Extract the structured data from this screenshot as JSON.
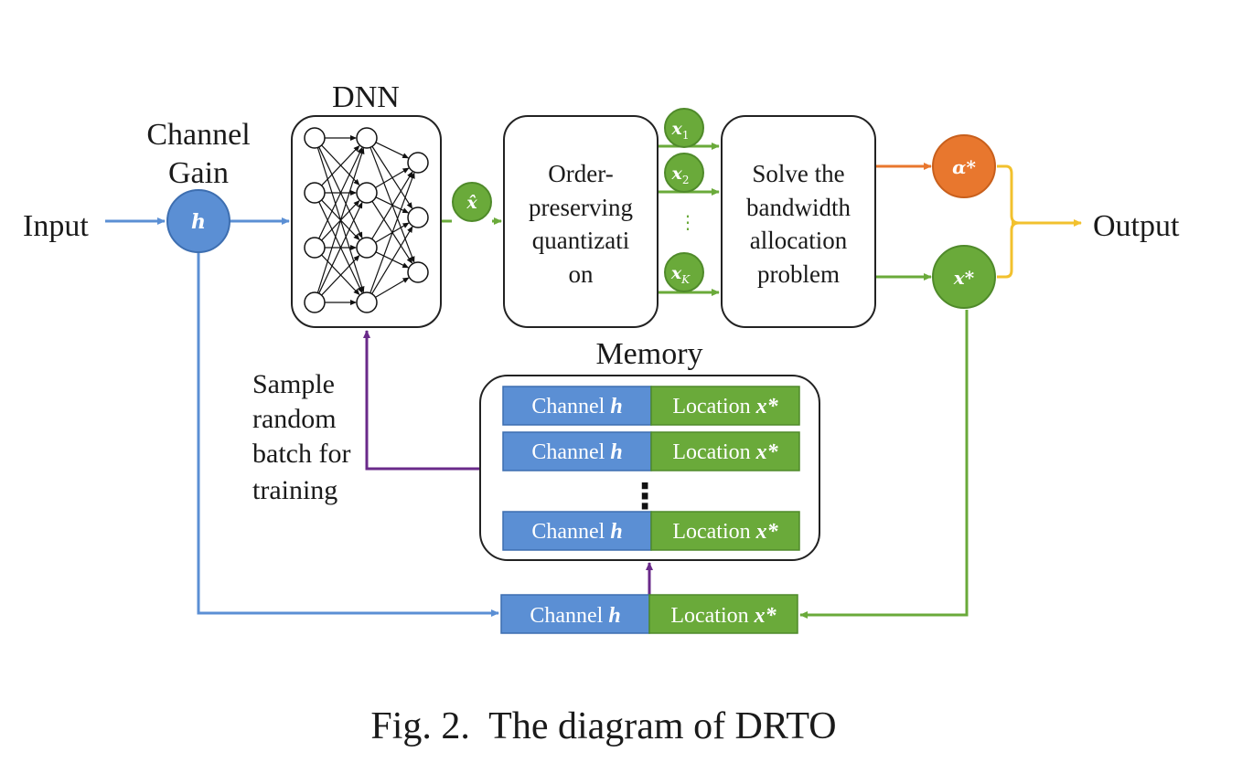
{
  "labels": {
    "input": "Input",
    "channel_gain_line1": "Channel",
    "channel_gain_line2": "Gain",
    "dnn": "DNN",
    "memory": "Memory",
    "output": "Output",
    "sample_line1": "Sample",
    "sample_line2": "random",
    "sample_line3": "batch for",
    "sample_line4": "training",
    "caption": "Fig. 2.  The diagram of DRTO"
  },
  "quantizer": {
    "line1": "Order-",
    "line2": "preserving",
    "line3": "quantizati",
    "line4": "on"
  },
  "solver": {
    "line1": "Solve the",
    "line2": "bandwidth",
    "line3": "allocation",
    "line4": "problem"
  },
  "symbols": {
    "h": "h",
    "x_hat": "x̂",
    "x1_base": "x",
    "x1_sub": "1",
    "x2_base": "x",
    "x2_sub": "2",
    "xK_base": "x",
    "xK_sub": "K",
    "alpha_star": "α*",
    "x_star": "x*",
    "v_dots": "⋮",
    "memory_dots": "⋮"
  },
  "memory_rows": [
    {
      "channel": "Channel",
      "channel_sym": "h",
      "location": "Location",
      "location_sym": "x*"
    },
    {
      "channel": "Channel",
      "channel_sym": "h",
      "location": "Location",
      "location_sym": "x*"
    },
    {
      "channel": "Channel",
      "channel_sym": "h",
      "location": "Location",
      "location_sym": "x*"
    }
  ],
  "new_entry": {
    "channel": "Channel",
    "channel_sym": "h",
    "location": "Location",
    "location_sym": "x*"
  },
  "colors": {
    "blue": "#5b8fd4",
    "green": "#6aaa3a",
    "orange": "#e8772e",
    "yellow": "#f2c12e",
    "purple": "#6a2a8a"
  }
}
